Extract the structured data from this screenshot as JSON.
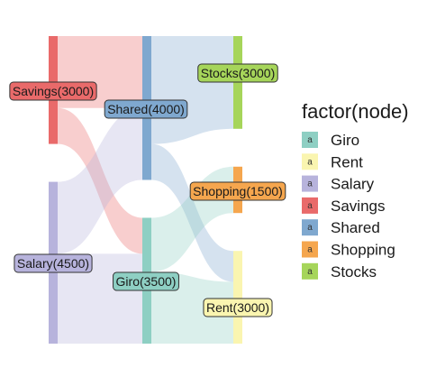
{
  "chart_data": {
    "type": "sankey",
    "axes": [
      "from",
      "mid",
      "to"
    ],
    "nodes": [
      {
        "name": "Savings",
        "axis": 0,
        "value": 3000,
        "color": "#E96A6A",
        "label": "Savings(3000)"
      },
      {
        "name": "Salary",
        "axis": 0,
        "value": 4500,
        "color": "#B7B3DC",
        "label": "Salary(4500)"
      },
      {
        "name": "Shared",
        "axis": 1,
        "value": 4000,
        "color": "#7FA8CF",
        "label": "Shared(4000)"
      },
      {
        "name": "Giro",
        "axis": 1,
        "value": 3500,
        "color": "#8ECFC3",
        "label": "Giro(3500)"
      },
      {
        "name": "Stocks",
        "axis": 2,
        "value": 3000,
        "color": "#A6D55A",
        "label": "Stocks(3000)"
      },
      {
        "name": "Shopping",
        "axis": 2,
        "value": 1500,
        "color": "#F5A64E",
        "label": "Shopping(1500)"
      },
      {
        "name": "Rent",
        "axis": 2,
        "value": 3000,
        "color": "#FAF5B0",
        "label": "Rent(3000)"
      }
    ],
    "flows": [
      {
        "source": "Savings",
        "target": "Shared",
        "value": 2000
      },
      {
        "source": "Savings",
        "target": "Giro",
        "value": 1000
      },
      {
        "source": "Salary",
        "target": "Shared",
        "value": 2000
      },
      {
        "source": "Salary",
        "target": "Giro",
        "value": 2500
      },
      {
        "source": "Shared",
        "target": "Stocks",
        "value": 3000
      },
      {
        "source": "Shared",
        "target": "Rent",
        "value": 1000
      },
      {
        "source": "Giro",
        "target": "Shopping",
        "value": 1500
      },
      {
        "source": "Giro",
        "target": "Rent",
        "value": 2000
      }
    ],
    "legend": {
      "title": "factor(node)",
      "placement": "right",
      "key_glyph": "a",
      "entries": [
        {
          "label": "Giro",
          "color": "#8ECFC3"
        },
        {
          "label": "Rent",
          "color": "#FAF5B0"
        },
        {
          "label": "Salary",
          "color": "#B7B3DC"
        },
        {
          "label": "Savings",
          "color": "#E96A6A"
        },
        {
          "label": "Shared",
          "color": "#7FA8CF"
        },
        {
          "label": "Shopping",
          "color": "#F5A64E"
        },
        {
          "label": "Stocks",
          "color": "#A6D55A"
        }
      ]
    },
    "grid": false
  }
}
